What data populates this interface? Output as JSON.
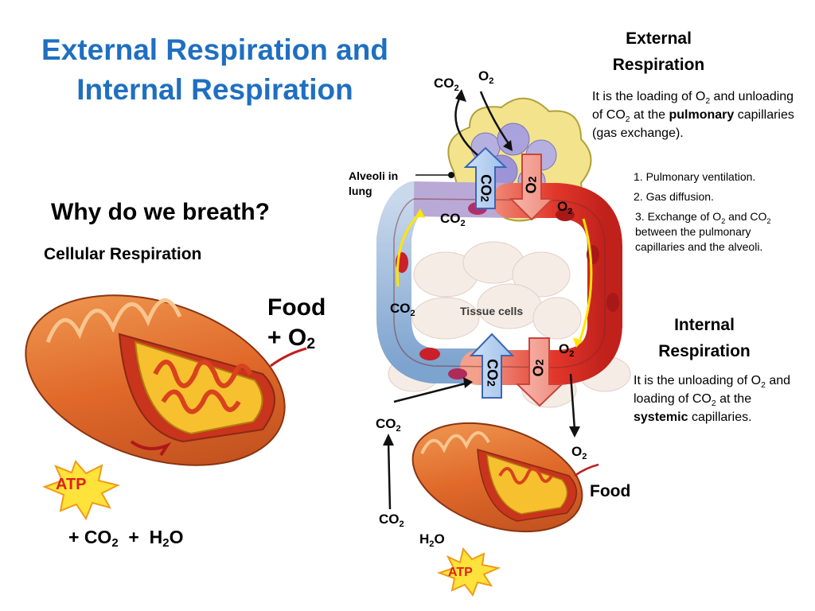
{
  "title": {
    "line1": "External Respiration and",
    "line2": "Internal Respiration"
  },
  "left": {
    "question": "Why do we breath?",
    "subheading": "Cellular Respiration",
    "food": "Food",
    "plus_o": "+ O",
    "atp": "ATP",
    "plus_co": "+ CO",
    "plus2": "+",
    "h": "H",
    "o": "O"
  },
  "external": {
    "heading_line1": "External",
    "heading_line2": "Respiration",
    "desc_a": "It is the loading of O",
    "desc_b": " and unloading of CO",
    "desc_c": " at the ",
    "desc_bold": "pulmonary",
    "desc_d": " capillaries (gas exchange).",
    "steps": {
      "s1": "1. Pulmonary ventilation.",
      "s2": "2. Gas diffusion.",
      "s3a": "3. Exchange of O",
      "s3b": " and CO",
      "s3c": " between the pulmonary capillaries and the alveoli."
    }
  },
  "internal": {
    "heading_line1": "Internal",
    "heading_line2": "Respiration",
    "desc_a": "It is the unloading of O",
    "desc_b": " and loading of CO",
    "desc_c": " at the ",
    "desc_bold": "systemic",
    "desc_d": " capillaries."
  },
  "diagram": {
    "alveoli_label": "Alveoli in lung",
    "tissue_label": "Tissue cells",
    "co": "CO",
    "o": "O",
    "sub2": "2",
    "food": "Food",
    "atp": "ATP",
    "h": "H"
  },
  "colors": {
    "title": "#1f6fc1",
    "atp_burst": "#ffe23a",
    "atp_text": "#e0201b",
    "vessel_red": "#e2372b",
    "vessel_blue": "#8fb3d6"
  }
}
